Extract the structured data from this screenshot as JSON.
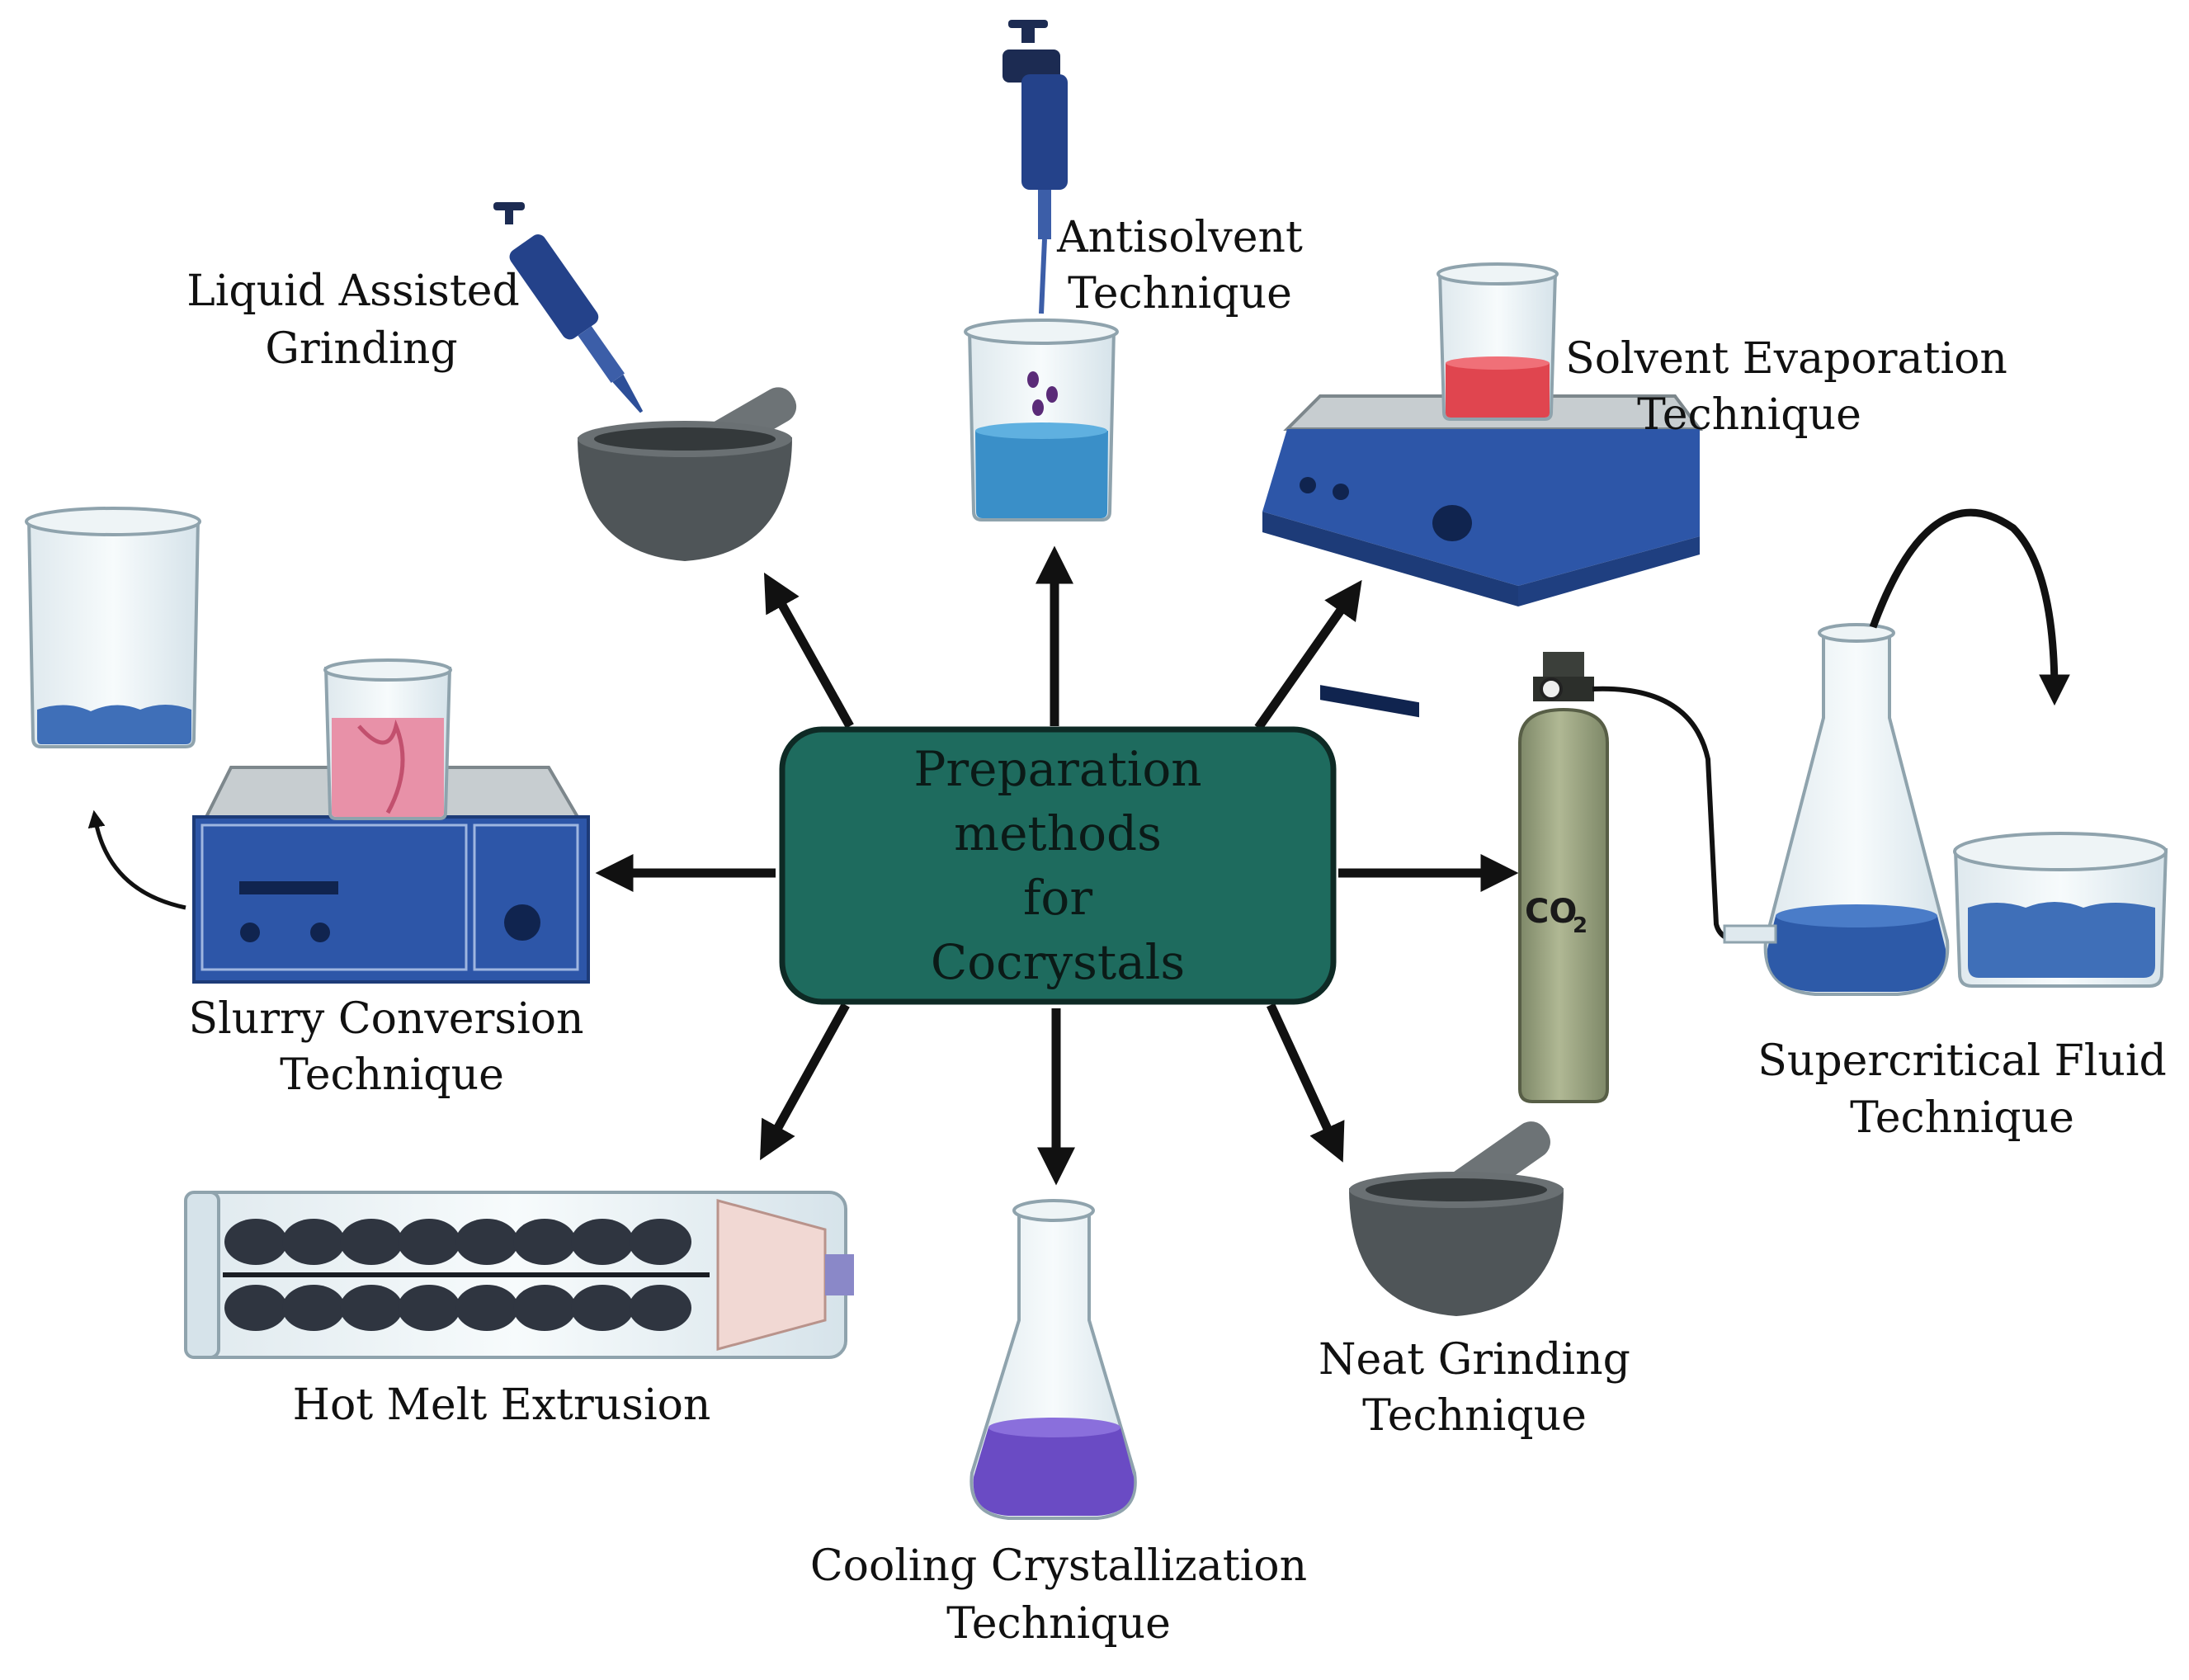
{
  "center": {
    "line1": "Preparation",
    "line2": "methods",
    "line3": "for",
    "line4": "Cocrystals",
    "fill": "#1e6b5e"
  },
  "methods": {
    "liquid_assisted": {
      "line1": "Liquid Assisted",
      "line2": "Grinding",
      "icon": "mortar-pestle-pipette-icon"
    },
    "antisolvent": {
      "line1": "Antisolvent",
      "line2": "Technique",
      "icon": "beaker-pipette-icon"
    },
    "solvent_evaporation": {
      "line1": "Solvent Evaporation",
      "line2": "Technique",
      "icon": "hotplate-beaker-icon"
    },
    "slurry_conversion": {
      "line1": "Slurry Conversion",
      "line2": "Technique",
      "icon": "hotplate-stirrer-icon"
    },
    "supercritical_fluid": {
      "line1": "Supercritical Fluid",
      "line2": "Technique",
      "icon": "co2-cylinder-flask-icon"
    },
    "hot_melt": {
      "line1": "Hot Melt Extrusion",
      "icon": "extruder-icon"
    },
    "cooling": {
      "line1": "Cooling Crystallization",
      "line2": "Technique",
      "icon": "erlenmeyer-flask-icon"
    },
    "neat_grinding": {
      "line1": "Neat Grinding",
      "line2": "Technique",
      "icon": "mortar-pestle-icon"
    }
  },
  "cylinder": {
    "label": "CO",
    "subscript": "2"
  },
  "colors": {
    "arrow": "#111111",
    "hotplate_blue": "#2d56a8",
    "liquid_blue": "#3a8fc8",
    "liquid_red": "#e0454f",
    "liquid_pink": "#e891a8",
    "liquid_purple": "#6a4bc4",
    "crystal_blue": "#3f6fb8",
    "mortar_gray": "#4f5558",
    "cylinder_green": "#9aa382"
  }
}
